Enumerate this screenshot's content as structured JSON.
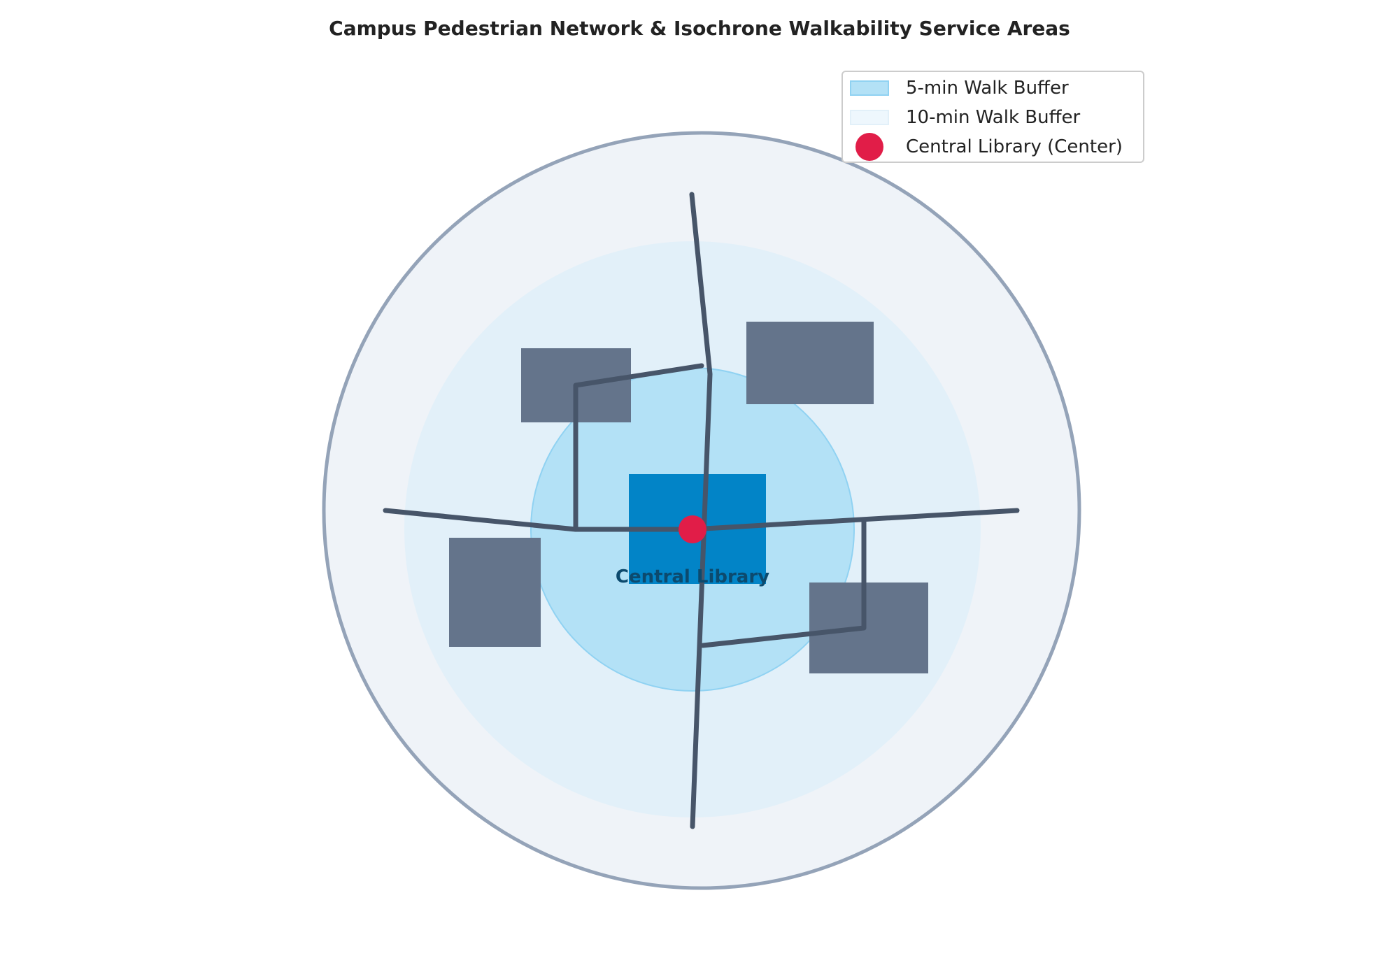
{
  "title": "Campus Pedestrian Network & Isochrone Walkability Service Areas",
  "colors": {
    "campus_fill": "#eff3f8",
    "campus_edge": "#94a3b8",
    "buffer_10_fill": "#e2f0f9",
    "buffer_5_fill": "#b3e1f6",
    "buffer_5_edge": "#90d2f2",
    "library": "#0284c7",
    "library_label": "#0c4a6e",
    "building": "#64748b",
    "path": "#475569",
    "center_marker": "#e11d48"
  },
  "legend": {
    "items": [
      {
        "label": "5-min Walk Buffer",
        "kind": "swatch",
        "fill": "#b3e1f6",
        "edge": "#90d2f2"
      },
      {
        "label": "10-min Walk Buffer",
        "kind": "swatch",
        "fill": "#eef7fd",
        "edge": "#e2f0f9"
      },
      {
        "label": "Central Library (Center)",
        "kind": "dot",
        "fill": "#e11d48"
      }
    ]
  },
  "map": {
    "library_label": "Central Library"
  }
}
